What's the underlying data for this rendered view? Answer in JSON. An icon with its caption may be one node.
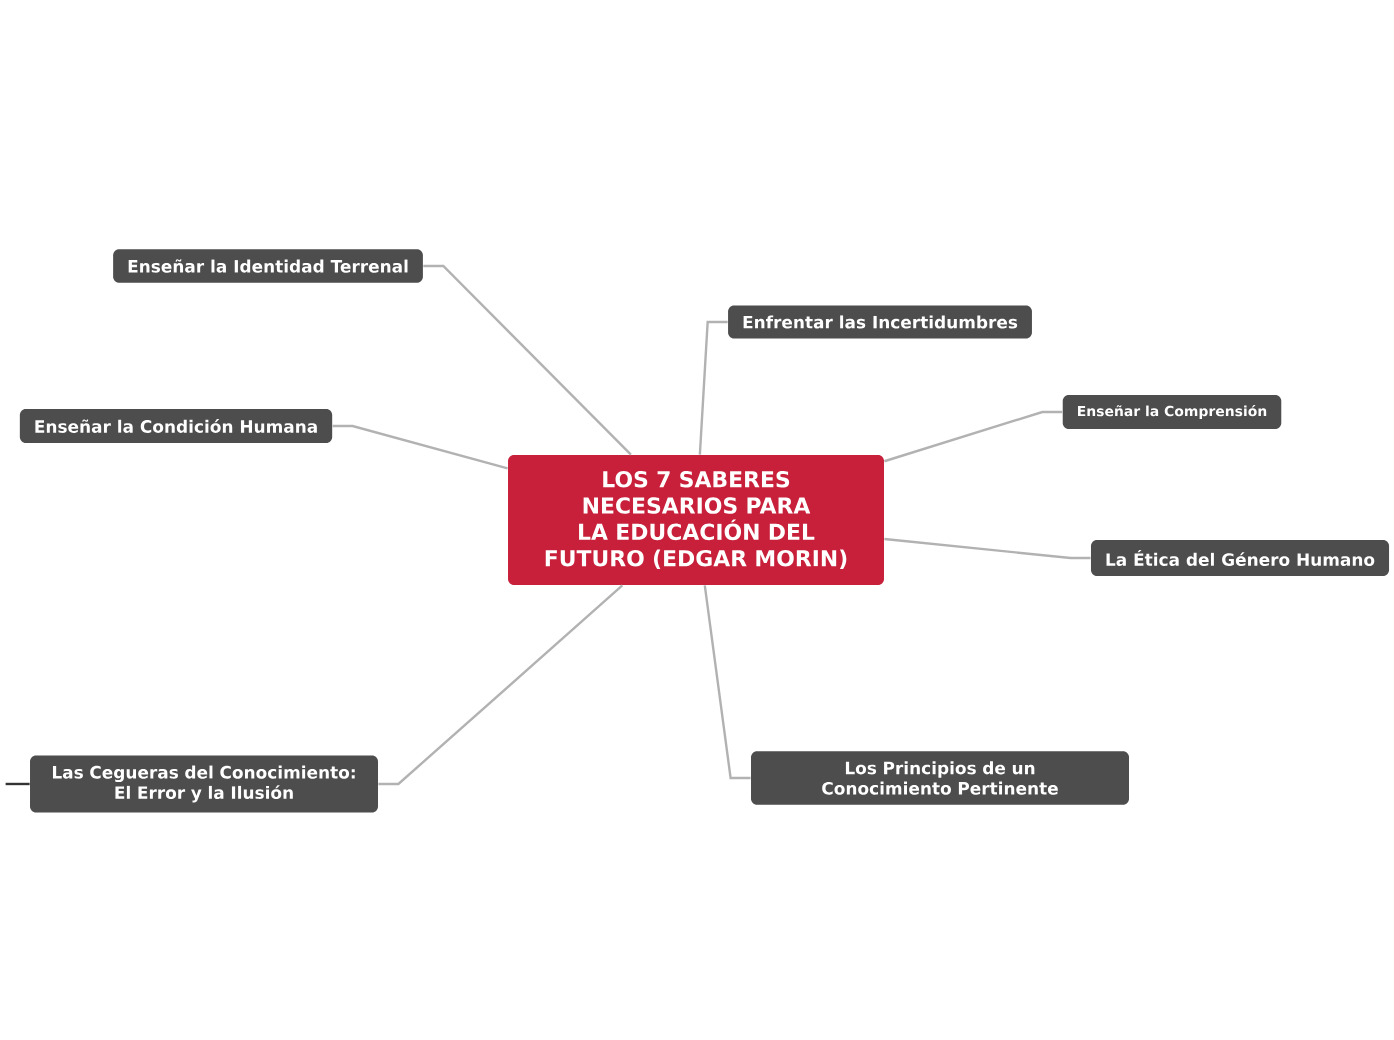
{
  "diagram": {
    "nodes": [
      {
        "text": [
          "LOS 7 SABERES NECESARIOS PARA LA EDUCACIÓN DEL FUTURO (EDGAR MORIN)"
        ]
      },
      {
        "text": [
          "Enseñar la Identidad Terrenal"
        ]
      },
      {
        "text": [
          "Enfrentar las Incertidumbres"
        ]
      },
      {
        "text": [
          "Enseñar la Condición Humana"
        ]
      },
      {
        "text": [
          "Enseñar la Comprensión"
        ]
      },
      {
        "text": [
          "La Ética del Género Humano"
        ]
      },
      {
        "text": [
          "Las Cegueras del Conocimiento: El Error y la Ilusión"
        ]
      },
      {
        "text": [
          "Los Principios de un Conocimiento Pertinente"
        ]
      }
    ],
    "edges": [
      {
        "from": 0,
        "to": 1,
        "arrow": "none"
      },
      {
        "from": 0,
        "to": 2,
        "arrow": "none"
      },
      {
        "from": 0,
        "to": 3,
        "arrow": "none"
      },
      {
        "from": 0,
        "to": 4,
        "arrow": "none"
      },
      {
        "from": 0,
        "to": 5,
        "arrow": "none"
      },
      {
        "from": 0,
        "to": 6,
        "arrow": "none"
      },
      {
        "from": 0,
        "to": 7,
        "arrow": "none"
      },
      {
        "from": 6,
        "to": null,
        "arrow": "none",
        "color": "#333333"
      }
    ]
  }
}
